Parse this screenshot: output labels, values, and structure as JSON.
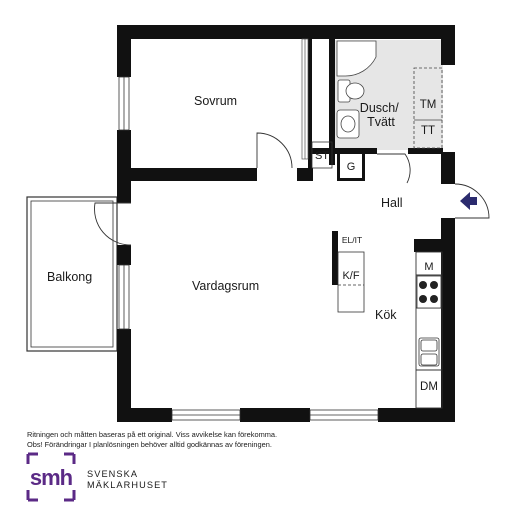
{
  "rooms": {
    "bedroom": "Sovrum",
    "bathroom": "Dusch/\nTvätt",
    "balcony": "Balkong",
    "living_room": "Vardagsrum",
    "hall": "Hall",
    "kitchen": "Kök"
  },
  "fixtures": {
    "storage": "ST",
    "wardrobe": "G",
    "washer": "TM",
    "dryer": "TT",
    "electrical_cabinet": "EL/IT",
    "fridge_freezer": "K/F",
    "microwave": "M",
    "dishwasher": "DM"
  },
  "icons": {
    "entrance": "entrance-arrow-icon"
  },
  "colors": {
    "wall": "#111111",
    "bathroom_floor": "#e6e6e6",
    "brand_purple": "#5b2a86"
  },
  "disclaimer": {
    "line1": "Ritningen och måtten baseras på ett original. Viss avvikelse kan förekomma.",
    "line2": "Obs! Förändringar I planlösningen behöver alltid godkännas av föreningen."
  },
  "brand": {
    "logo_text": "smh",
    "name_line1": "SVENSKA",
    "name_line2": "MÄKLARHUSET"
  }
}
